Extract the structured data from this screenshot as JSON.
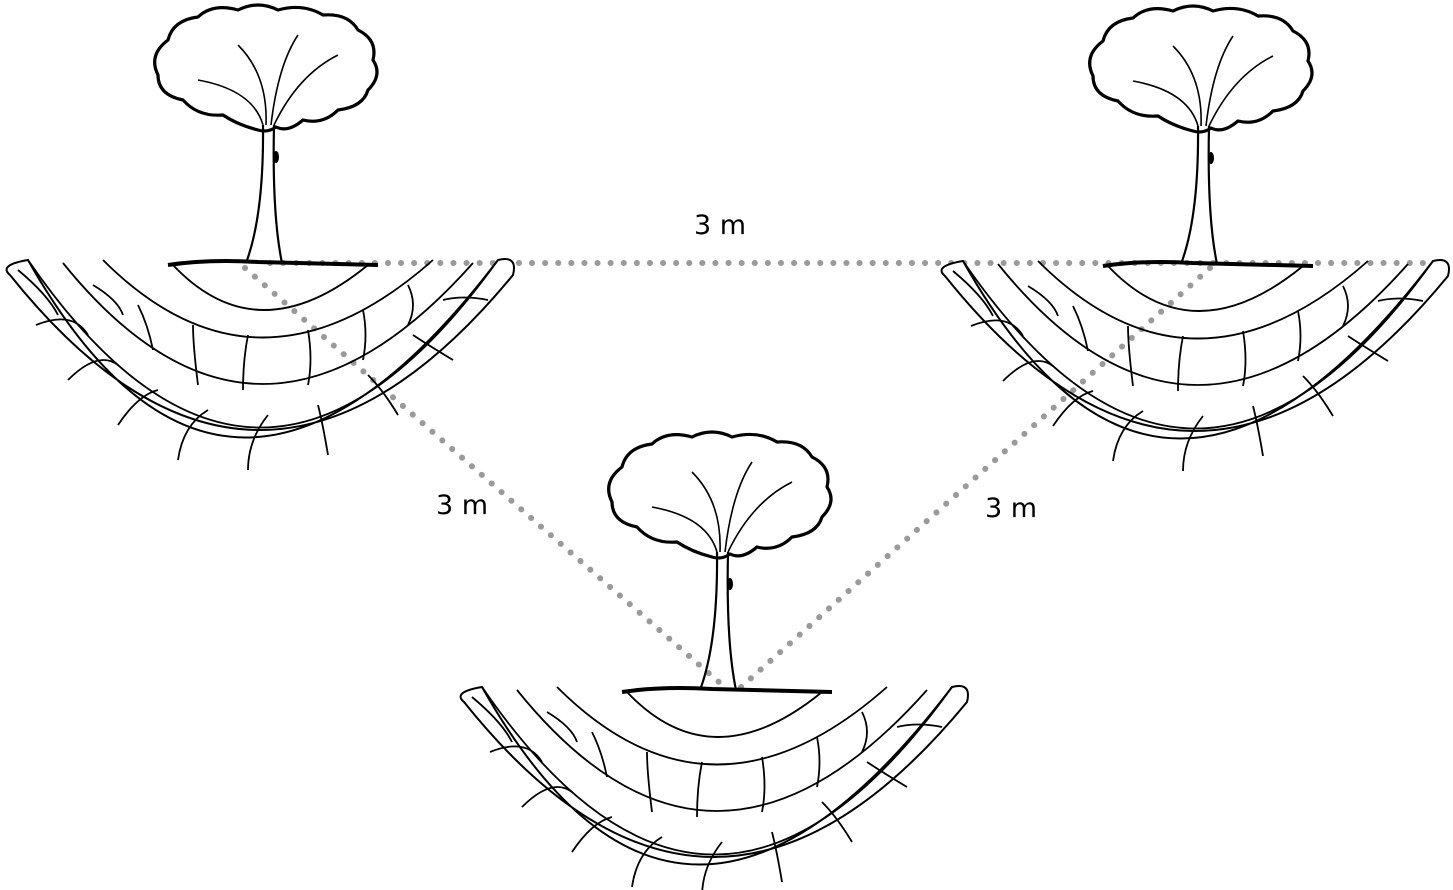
{
  "distances": {
    "top": "3 m",
    "left": "3 m",
    "right": "3 m"
  },
  "colors": {
    "line": "#000000",
    "dotted": "#9a9a9a",
    "background": "#ffffff"
  },
  "trees": [
    "tree-left",
    "tree-right",
    "tree-bottom"
  ]
}
